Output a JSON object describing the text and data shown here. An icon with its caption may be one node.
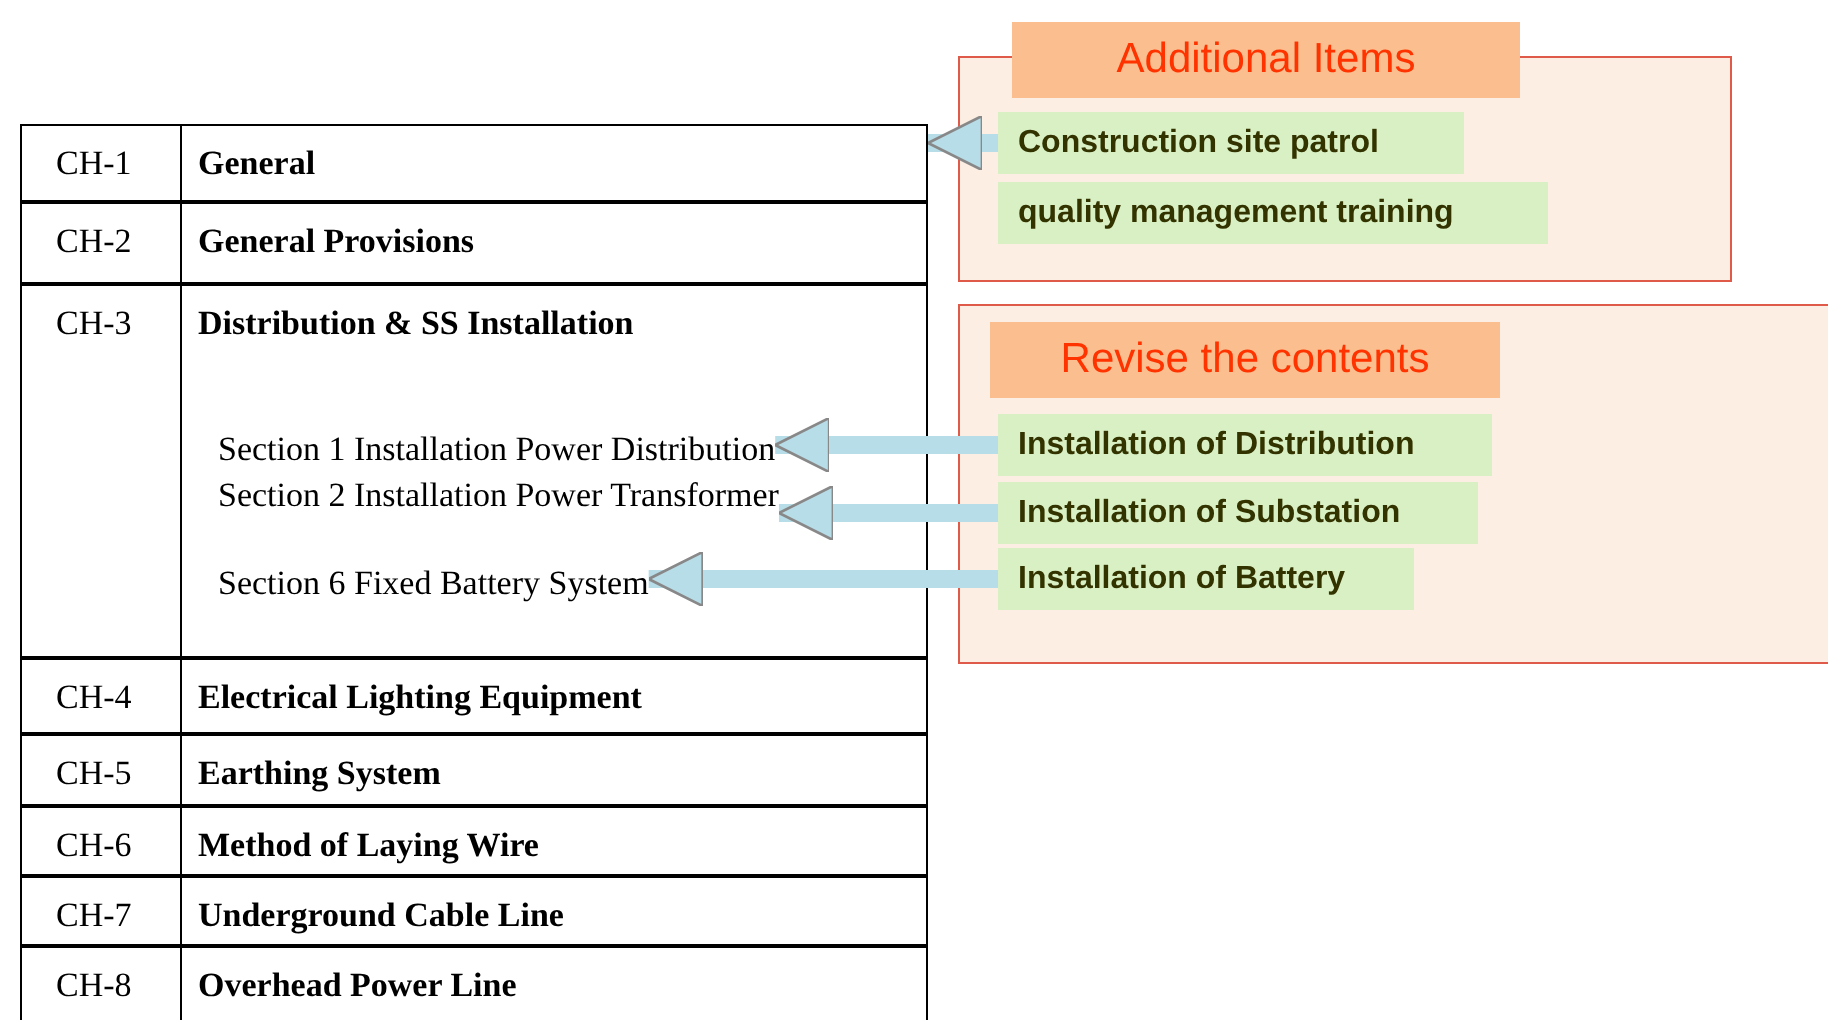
{
  "diagram": {
    "nodes": [
      {
        "text": [
          "CH-1",
          "General"
        ]
      },
      {
        "text": [
          "CH-2",
          "General Provisions"
        ]
      },
      {
        "text": [
          "CH-3",
          "Distribution & SS Installation"
        ]
      },
      {
        "text": [
          "Section 1 Installation Power Distribution"
        ],
        "in": 2
      },
      {
        "text": [
          "Section 2 Installation Power Transformer"
        ],
        "in": 2
      },
      {
        "text": [
          "Section 6 Fixed Battery System"
        ],
        "in": 2
      },
      {
        "text": [
          "CH-4",
          "Electrical Lighting Equipment"
        ]
      },
      {
        "text": [
          "CH-5",
          "Earthing System"
        ]
      },
      {
        "text": [
          "CH-6",
          "Method of Laying Wire"
        ]
      },
      {
        "text": [
          "CH-7",
          "Underground Cable Line"
        ]
      },
      {
        "text": [
          "CH-8",
          "Overhead Power Line"
        ]
      },
      {
        "text": [
          "Additional Items"
        ]
      },
      {
        "text": [
          "Construction site patrol"
        ],
        "in": 11
      },
      {
        "text": [
          "quality management training"
        ],
        "in": 11
      },
      {
        "text": [
          "Revise the contents"
        ]
      },
      {
        "text": [
          "Installation of Distribution"
        ],
        "in": 14
      },
      {
        "text": [
          "Installation of Substation"
        ],
        "in": 14
      },
      {
        "text": [
          "Installation of Battery"
        ],
        "in": 14
      }
    ],
    "edges": [
      {
        "from": 12,
        "to": 0,
        "arrow": "to"
      },
      {
        "from": 15,
        "to": 3,
        "arrow": "to"
      },
      {
        "from": 16,
        "to": 4,
        "arrow": "to"
      },
      {
        "from": 17,
        "to": 5,
        "arrow": "to"
      }
    ]
  }
}
